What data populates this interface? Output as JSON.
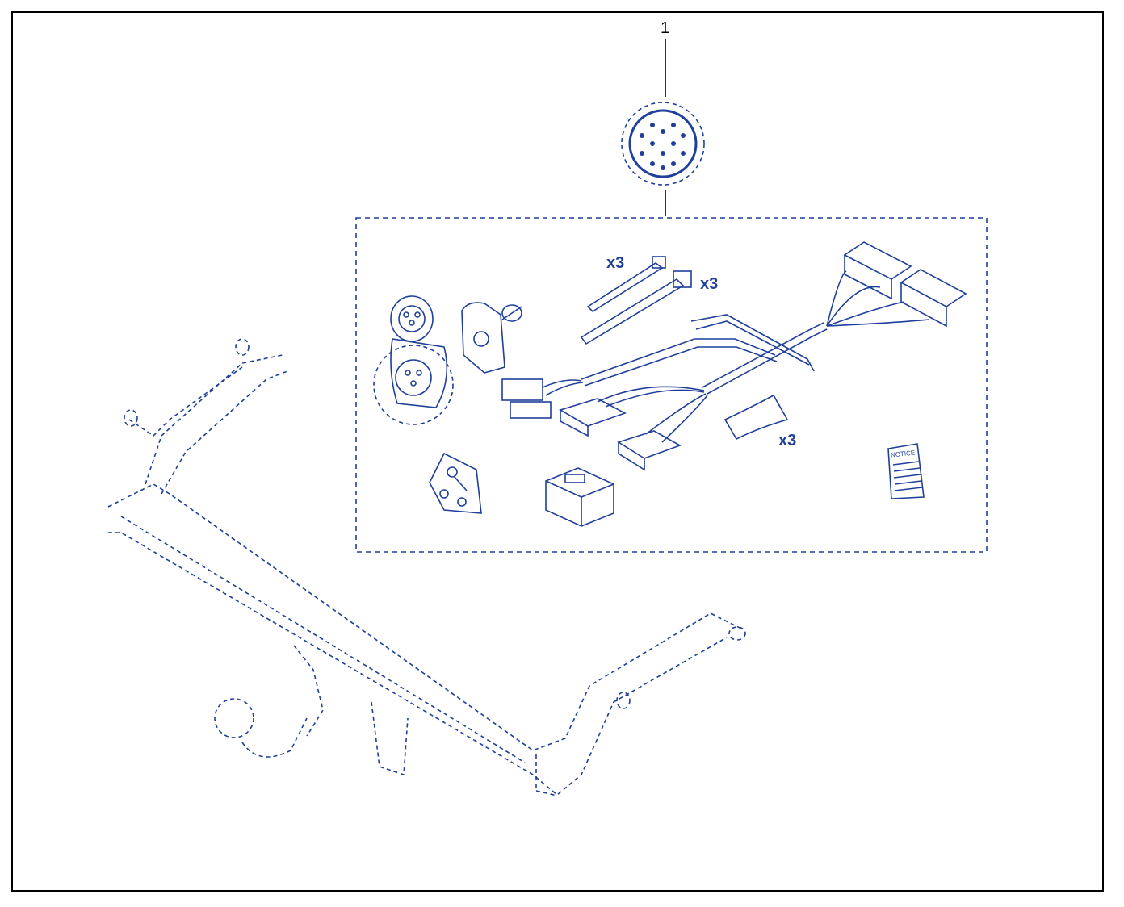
{
  "diagram": {
    "callout_number": "1",
    "qty_cable_tie_small": "x3",
    "qty_cable_tie_large": "x3",
    "qty_clip": "x3",
    "notice_label": "NOTICE"
  },
  "colors": {
    "line": "#1f3f9a",
    "frame": "#000000"
  }
}
